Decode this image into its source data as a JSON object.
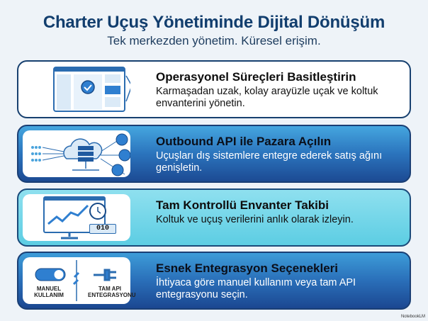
{
  "header": {
    "title": "Charter Uçuş Yönetiminde Dijital Dönüşüm",
    "subtitle": "Tek merkezden yönetim. Küresel erişim."
  },
  "cards": [
    {
      "title": "Operasyonel Süreçleri Basitleştirin",
      "text": "Karmaşadan uzak, kolay arayüzle uçak ve koltuk envanterini yönetin.",
      "icon": "dashboard-check-icon"
    },
    {
      "title": "Outbound API ile Pazara Açılın",
      "text": "Uçuşları dış sistemlere entegre ederek satış ağını genişletin.",
      "icon": "cloud-server-network-icon"
    },
    {
      "title": "Tam Kontrollü Envanter Takibi",
      "text": "Koltuk ve uçuş verilerini anlık olarak izleyin.",
      "icon": "monitor-chart-clock-icon",
      "counter": "010"
    },
    {
      "title": "Esnek Entegrasyon Seçenekleri",
      "text": "İhtiyaca göre manuel kullanım veya tam API entegrasyonu seçin.",
      "icon": "toggle-plug-icon",
      "option_left": "MANUEL KULLANIM",
      "option_right": "TAM API ENTEGRASYONU"
    }
  ],
  "watermark": "NotebookLM",
  "colors": {
    "title": "#123e6e",
    "border": "#17406f",
    "blue_top": "#45a6df",
    "blue_bottom": "#1c4a93",
    "cyan": "#5ccde3"
  }
}
